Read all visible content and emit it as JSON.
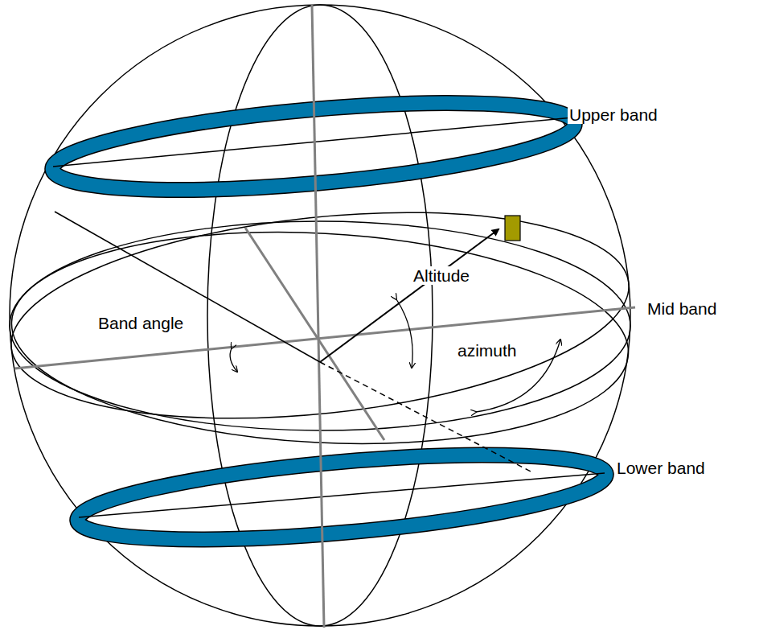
{
  "diagram": {
    "labels": [
      "Upper band",
      "Mid band",
      "Lower band",
      "Band angle",
      "Altitude",
      "azimuth"
    ]
  }
}
